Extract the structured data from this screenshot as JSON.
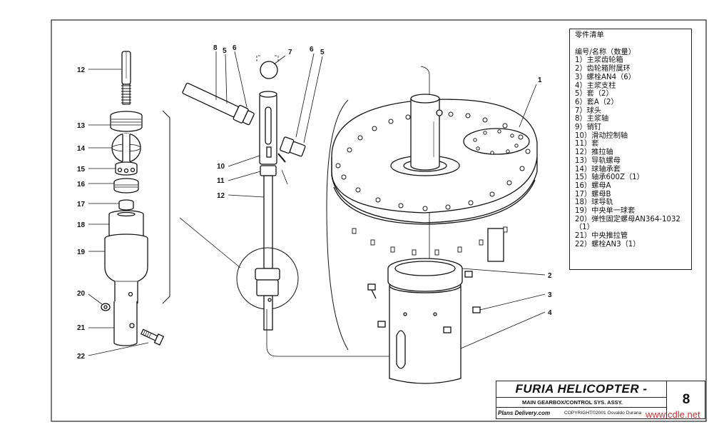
{
  "parts_list": {
    "title": "零件清单",
    "header": "编号/名称（数量）",
    "items": [
      "1）主浆齿轮箱",
      "2）齿轮箱附属环",
      "3）螺栓AN4（6）",
      "4）主浆支柱",
      "5）套（2）",
      "6）套A（2）",
      "7）球头",
      "8）主浆轴",
      "9）销钉",
      "10）滑动控制轴",
      "11）套",
      "12）推拉轴",
      "13）导轨螺母",
      "14）球轴承套",
      "15）轴承600Z（1）",
      "16）螺母A",
      "17）螺母B",
      "18）球导轨",
      "19）中央单一球套",
      "20）弹性固定螺母AN364-1032（1）",
      "21）中央推拉管",
      "22）螺栓AN3（1）"
    ]
  },
  "title_block": {
    "title": "FURIA HELICOPTER -",
    "subtitle": "MAIN GEARBOX/CONTROL SYS. ASSY.",
    "brand": "Plans Delivery.com",
    "copyright": "COPYRIGHT©2001 Osvaldo Durana",
    "page": "8"
  },
  "callouts": {
    "left": [
      "12",
      "13",
      "14",
      "15",
      "16",
      "17",
      "18",
      "19",
      "20",
      "21",
      "22"
    ],
    "mid": [
      "8",
      "5",
      "6",
      "7",
      "6",
      "5",
      "10",
      "11",
      "12"
    ],
    "right": [
      "1",
      "2",
      "3",
      "4"
    ]
  },
  "watermark": "www.cdle.net"
}
